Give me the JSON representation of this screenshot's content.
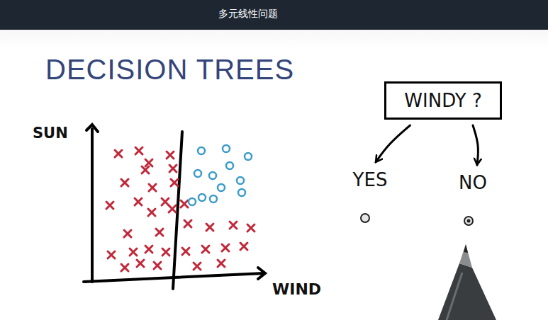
{
  "diagram": {
    "title": "多元线性问题",
    "nodes": [
      {
        "text": [
          "WINDY ?"
        ]
      },
      {
        "text": [
          "YES"
        ]
      },
      {
        "text": [
          "NO"
        ]
      }
    ],
    "edges": [
      {
        "from": 0,
        "to": 1,
        "arrow": "to"
      },
      {
        "from": 0,
        "to": 2,
        "arrow": "to"
      }
    ],
    "labels": [
      "DECISION TREES",
      "SUN",
      "WIND"
    ]
  }
}
